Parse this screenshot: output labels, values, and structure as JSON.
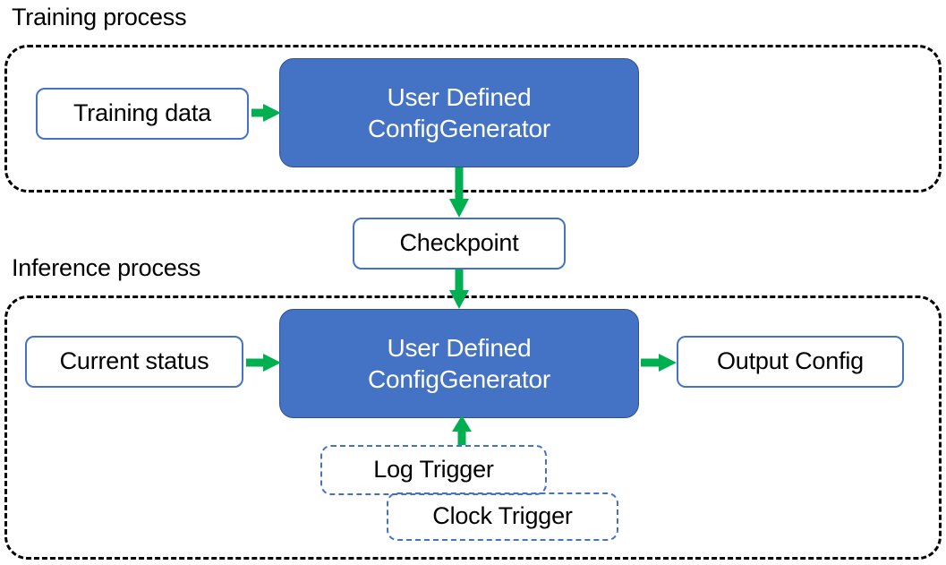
{
  "diagram": {
    "title_visible": false,
    "colors": {
      "process_fill": "#4472C4",
      "process_border": "#2F528F",
      "node_border": "#4472C4",
      "arrow": "#00B050",
      "container_border": "#000000",
      "text_dark": "#000000",
      "text_light": "#FFFFFF",
      "background": "#FFFFFF"
    },
    "sections": [
      {
        "id": "training",
        "caption": "Training process"
      },
      {
        "id": "inference",
        "caption": "Inference process"
      }
    ],
    "nodes": {
      "training_data": {
        "label": "Training data",
        "style": "solid-outline"
      },
      "udcg_training": {
        "line1": "User Defined",
        "line2": "ConfigGenerator",
        "style": "filled"
      },
      "checkpoint": {
        "label": "Checkpoint",
        "style": "solid-outline"
      },
      "current_status": {
        "label": "Current status",
        "style": "solid-outline"
      },
      "udcg_inference": {
        "line1": "User Defined",
        "line2": "ConfigGenerator",
        "style": "filled"
      },
      "output_config": {
        "label": "Output Config",
        "style": "solid-outline"
      },
      "log_trigger": {
        "label": "Log Trigger",
        "style": "dashed-outline"
      },
      "clock_trigger": {
        "label": "Clock Trigger",
        "style": "dashed-outline"
      }
    },
    "edges": [
      {
        "from": "training_data",
        "to": "udcg_training",
        "direction": "right"
      },
      {
        "from": "udcg_training",
        "to": "checkpoint",
        "direction": "down"
      },
      {
        "from": "checkpoint",
        "to": "udcg_inference",
        "direction": "down"
      },
      {
        "from": "current_status",
        "to": "udcg_inference",
        "direction": "right"
      },
      {
        "from": "udcg_inference",
        "to": "output_config",
        "direction": "right"
      },
      {
        "from": "log_trigger",
        "to": "udcg_inference",
        "direction": "up"
      }
    ]
  }
}
